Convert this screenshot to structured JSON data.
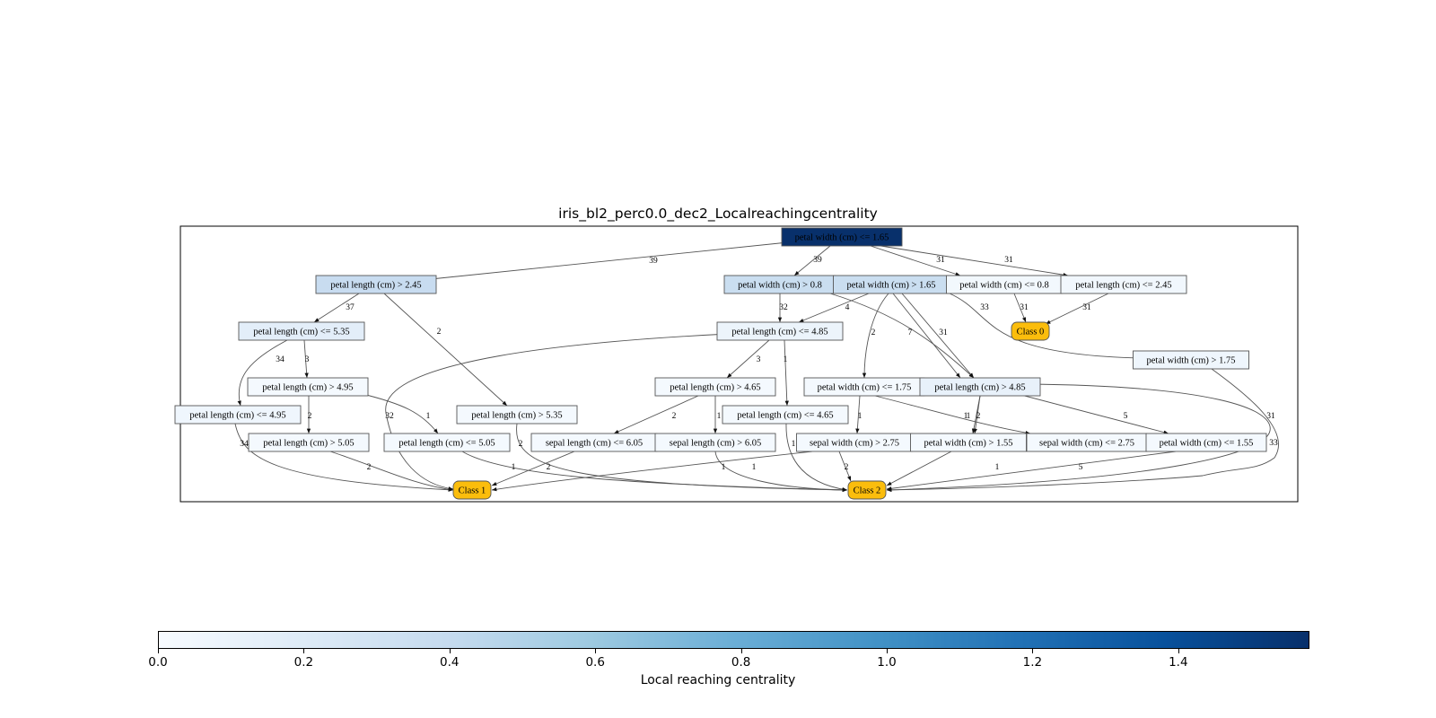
{
  "title": "iris_bl2_perc0.0_dec2_Localreachingcentrality",
  "colorbar": {
    "label": "Local reaching centrality",
    "min": 0.0,
    "max": 1.58,
    "ticks": [
      "0.0",
      "0.2",
      "0.4",
      "0.6",
      "0.8",
      "1.0",
      "1.2",
      "1.4"
    ],
    "tick_values": [
      0.0,
      0.2,
      0.4,
      0.6,
      0.8,
      1.0,
      1.2,
      1.4
    ],
    "colormap": "Blues"
  },
  "colors": {
    "class_fill": "#fbbd0c",
    "root_fill": "#0c2c63",
    "node_border": "#555555"
  },
  "nodes": [
    {
      "id": "n1",
      "label": "petal width (cm) <= 1.65",
      "value": 1.58,
      "type": "split"
    },
    {
      "id": "n2",
      "label": "petal length (cm) > 2.45",
      "value": 0.38,
      "type": "split"
    },
    {
      "id": "n3",
      "label": "petal width (cm) > 0.8",
      "value": 0.36,
      "type": "split"
    },
    {
      "id": "n4",
      "label": "petal width (cm) > 1.65",
      "value": 0.36,
      "type": "split"
    },
    {
      "id": "n5",
      "label": "petal width (cm) <= 0.8",
      "value": 0.04,
      "type": "split"
    },
    {
      "id": "n6",
      "label": "petal length (cm) <= 2.45",
      "value": 0.05,
      "type": "split"
    },
    {
      "id": "n7",
      "label": "petal length (cm) <= 5.35",
      "value": 0.16,
      "type": "split"
    },
    {
      "id": "n8",
      "label": "petal length (cm) <= 4.85",
      "value": 0.09,
      "type": "split"
    },
    {
      "id": "n9",
      "label": "Class 0",
      "type": "class"
    },
    {
      "id": "n10",
      "label": "petal width (cm) > 1.75",
      "value": 0.06,
      "type": "split"
    },
    {
      "id": "n11",
      "label": "petal length (cm) > 4.95",
      "value": 0.02,
      "type": "split"
    },
    {
      "id": "n12",
      "label": "petal length (cm) > 4.65",
      "value": 0.02,
      "type": "split"
    },
    {
      "id": "n13",
      "label": "petal width (cm) <= 1.75",
      "value": 0.02,
      "type": "split"
    },
    {
      "id": "n14",
      "label": "petal length (cm) > 4.85",
      "value": 0.12,
      "type": "split"
    },
    {
      "id": "n15",
      "label": "petal length (cm) <= 4.95",
      "value": 0.06,
      "type": "split"
    },
    {
      "id": "n16",
      "label": "petal length (cm) > 5.35",
      "value": 0.02,
      "type": "split"
    },
    {
      "id": "n17",
      "label": "petal length (cm) <= 4.65",
      "value": 0.02,
      "type": "split"
    },
    {
      "id": "n18",
      "label": "petal length (cm) > 5.05",
      "value": 0.02,
      "type": "split"
    },
    {
      "id": "n19",
      "label": "petal length (cm) <= 5.05",
      "value": 0.02,
      "type": "split"
    },
    {
      "id": "n20",
      "label": "sepal length (cm) <= 6.05",
      "value": 0.02,
      "type": "split"
    },
    {
      "id": "n21",
      "label": "sepal length (cm) > 6.05",
      "value": 0.02,
      "type": "split"
    },
    {
      "id": "n22",
      "label": "sepal width (cm) > 2.75",
      "value": 0.02,
      "type": "split"
    },
    {
      "id": "n23",
      "label": "petal width (cm) > 1.55",
      "value": 0.02,
      "type": "split"
    },
    {
      "id": "n24",
      "label": "sepal width (cm) <= 2.75",
      "value": 0.02,
      "type": "split"
    },
    {
      "id": "n25",
      "label": "petal width (cm) <= 1.55",
      "value": 0.02,
      "type": "split"
    },
    {
      "id": "n26",
      "label": "Class 1",
      "type": "class"
    },
    {
      "id": "n27",
      "label": "Class 2",
      "type": "class"
    }
  ],
  "edges": [
    {
      "from": "n1",
      "to": "n2",
      "label": "39"
    },
    {
      "from": "n1",
      "to": "n3",
      "label": "39"
    },
    {
      "from": "n1",
      "to": "n5",
      "label": "31"
    },
    {
      "from": "n1",
      "to": "n6",
      "label": "31"
    },
    {
      "from": "n2",
      "to": "n7",
      "label": "37"
    },
    {
      "from": "n2",
      "to": "n16",
      "label": "2"
    },
    {
      "from": "n3",
      "to": "n8",
      "label": "32"
    },
    {
      "from": "n3",
      "to": "n14",
      "label": ""
    },
    {
      "from": "n4",
      "to": "n8",
      "label": "4"
    },
    {
      "from": "n4",
      "to": "n13",
      "label": "2"
    },
    {
      "from": "n4",
      "to": "n14",
      "label": "7"
    },
    {
      "from": "n4",
      "to": "n14",
      "label": "31"
    },
    {
      "from": "n4",
      "to": "n10",
      "label": "33"
    },
    {
      "from": "n5",
      "to": "n9",
      "label": "31"
    },
    {
      "from": "n6",
      "to": "n9",
      "label": "31"
    },
    {
      "from": "n7",
      "to": "n15",
      "label": "34"
    },
    {
      "from": "n7",
      "to": "n11",
      "label": "3"
    },
    {
      "from": "n8",
      "to": "n26",
      "label": "32"
    },
    {
      "from": "n8",
      "to": "n12",
      "label": "3"
    },
    {
      "from": "n8",
      "to": "n17",
      "label": "1"
    },
    {
      "from": "n11",
      "to": "n18",
      "label": "2"
    },
    {
      "from": "n11",
      "to": "n19",
      "label": "1"
    },
    {
      "from": "n12",
      "to": "n20",
      "label": "2"
    },
    {
      "from": "n12",
      "to": "n21",
      "label": "1"
    },
    {
      "from": "n13",
      "to": "n22",
      "label": "1"
    },
    {
      "from": "n13",
      "to": "n24",
      "label": "1"
    },
    {
      "from": "n14",
      "to": "n23",
      "label": "1"
    },
    {
      "from": "n14",
      "to": "n23",
      "label": "2"
    },
    {
      "from": "n14",
      "to": "n25",
      "label": "5"
    },
    {
      "from": "n14",
      "to": "n27",
      "label": "31"
    },
    {
      "from": "n10",
      "to": "n27",
      "label": "33"
    },
    {
      "from": "n15",
      "to": "n26",
      "label": "34"
    },
    {
      "from": "n16",
      "to": "n27",
      "label": "2"
    },
    {
      "from": "n17",
      "to": "n27",
      "label": "1"
    },
    {
      "from": "n18",
      "to": "n26",
      "label": "2"
    },
    {
      "from": "n19",
      "to": "n27",
      "label": "1"
    },
    {
      "from": "n20",
      "to": "n26",
      "label": "2"
    },
    {
      "from": "n21",
      "to": "n27",
      "label": "1"
    },
    {
      "from": "n22",
      "to": "n26",
      "label": "1"
    },
    {
      "from": "n22",
      "to": "n27",
      "label": "2"
    },
    {
      "from": "n23",
      "to": "n27",
      "label": "1"
    },
    {
      "from": "n25",
      "to": "n27",
      "label": "5"
    }
  ]
}
